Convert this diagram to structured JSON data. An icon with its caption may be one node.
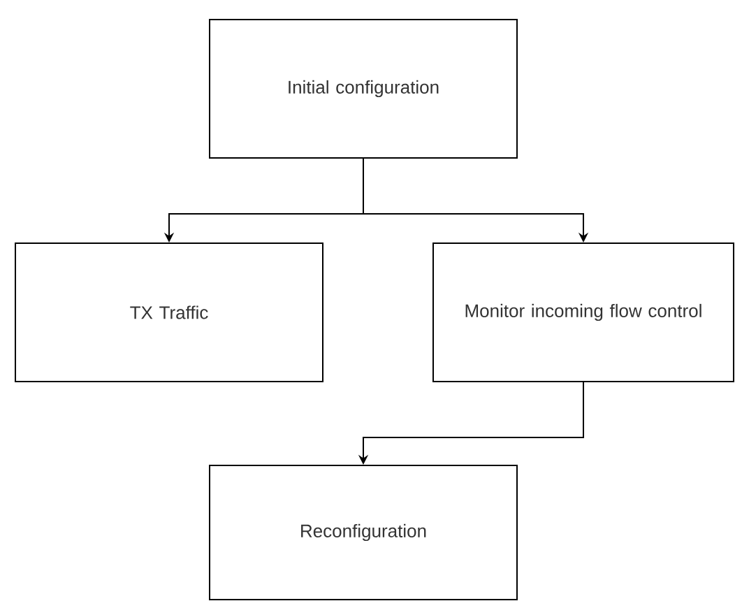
{
  "diagram": {
    "nodes": [
      {
        "text": [
          "Initial configuration"
        ]
      },
      {
        "text": [
          "TX Traffic"
        ]
      },
      {
        "text": [
          "Monitor incoming flow control"
        ]
      },
      {
        "text": [
          "Reconfiguration"
        ]
      }
    ],
    "edges": [
      {
        "from": 0,
        "to": 1,
        "arrow": "to"
      },
      {
        "from": 0,
        "to": 2,
        "arrow": "to"
      },
      {
        "from": 2,
        "to": 3,
        "arrow": "to"
      }
    ]
  }
}
